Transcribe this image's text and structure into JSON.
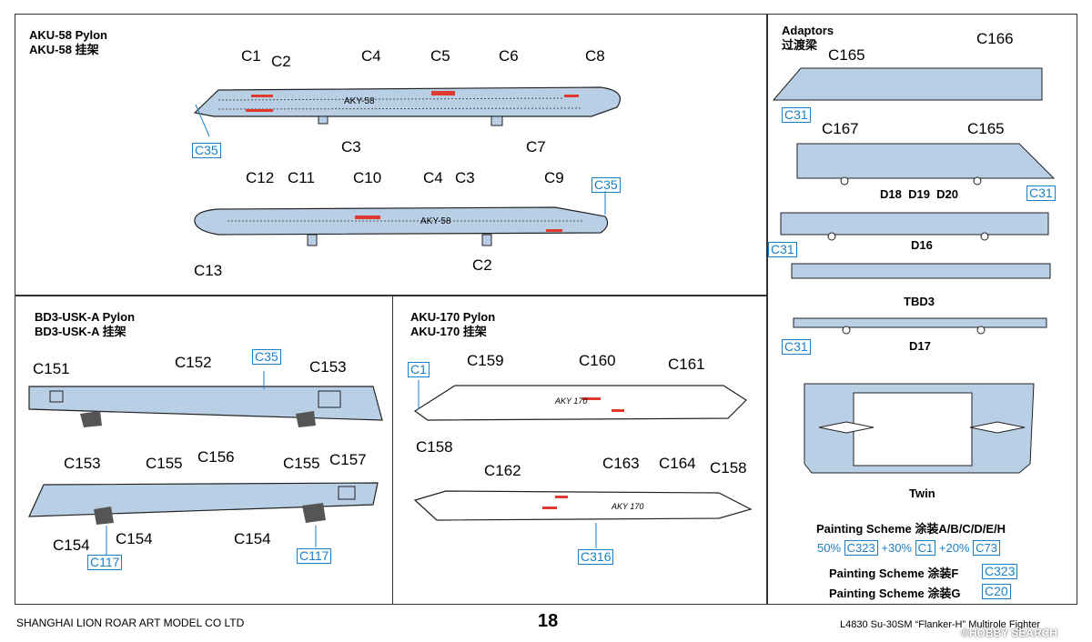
{
  "aku58": {
    "title_en": "AKU-58 Pylon",
    "title_cn": "AKU-58 挂架",
    "top_callouts": [
      "C1",
      "C2",
      "C4",
      "C5",
      "C6",
      "C8",
      "C3",
      "C7"
    ],
    "bottom_callouts": [
      "C12",
      "C11",
      "C10",
      "C4",
      "C3",
      "C9",
      "C13",
      "C2"
    ],
    "color_top": "35",
    "color_bottom": "35",
    "stencil": "AKY-58"
  },
  "bd3": {
    "title_en": "BD3-USK-A Pylon",
    "title_cn": "BD3-USK-A 挂架",
    "top_callouts": [
      "C151",
      "C152",
      "C153"
    ],
    "bottom_callouts": [
      "C153",
      "C155",
      "C156",
      "C155",
      "C157",
      "C154",
      "C154",
      "C154"
    ],
    "color_top": "35",
    "color_left": "117",
    "color_right": "117"
  },
  "aku170": {
    "title_en": "AKU-170 Pylon",
    "title_cn": "AKU-170 挂架",
    "top_callouts": [
      "C159",
      "C160",
      "C161",
      "C158"
    ],
    "bottom_callouts": [
      "C162",
      "C163",
      "C164",
      "C158"
    ],
    "color_top": "1",
    "color_bottom": "316",
    "stencil": "AKY 170"
  },
  "adaptors": {
    "title_en": "Adaptors",
    "title_cn": "过渡梁",
    "callouts": [
      "C165",
      "C166",
      "C167",
      "C165"
    ],
    "colors": [
      "31",
      "31",
      "31",
      "31"
    ],
    "labels": [
      "D18  D19  D20",
      "D16",
      "TBD3",
      "D17",
      "Twin"
    ]
  },
  "painting": {
    "scheme1": "Painting Scheme 涂装A/B/C/D/E/H",
    "mix": [
      "50%",
      "323",
      "+30%",
      "1",
      "+20%",
      "73"
    ],
    "scheme2": "Painting Scheme 涂装F",
    "scheme2_color": "323",
    "scheme3": "Painting Scheme 涂装G",
    "scheme3_color": "20"
  },
  "footer": {
    "company": "SHANGHAI LION ROAR ART MODEL CO LTD",
    "page": "18",
    "product": "L4830 Su-30SM “Flanker-H” Multirole Fighter",
    "watermark": "©HOBBY SEARCH"
  },
  "colors": {
    "grey_blue": "#b9cfe6",
    "line": "#1a1a1a",
    "code_blue": "#1a7fc7",
    "red": "#e03a2f"
  }
}
